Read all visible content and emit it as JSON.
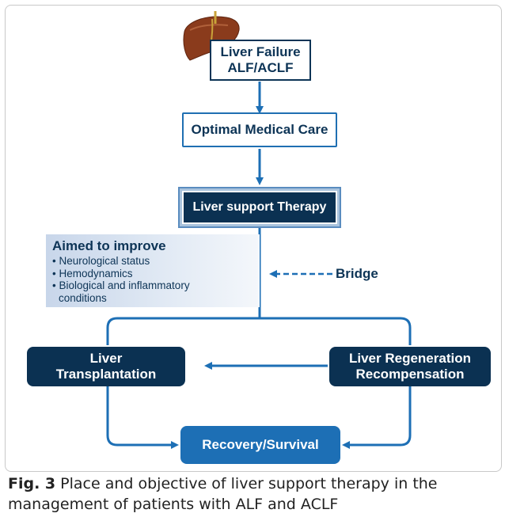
{
  "nodes": {
    "liver_failure": [
      "Liver Failure",
      "ALF/ACLF"
    ],
    "optimal_care": "Optimal Medical Care",
    "support_therapy": "Liver support Therapy",
    "transplantation": [
      "Liver",
      "Transplantation"
    ],
    "regeneration": [
      "Liver Regeneration",
      "Recompensation"
    ],
    "recovery": "Recovery/Survival"
  },
  "aims": {
    "title": "Aimed to improve",
    "items": [
      "Neurological status",
      "Hemodynamics",
      "Biological and inflammatory"
    ],
    "item_continuation": "conditions"
  },
  "bridge_label": "Bridge",
  "caption": {
    "label": "Fig. 3",
    "text": "Place and objective of liver support therapy in the management of patients with ALF and ACLF"
  },
  "colors": {
    "navy": "#0b3152",
    "arrow_blue": "#1d6fb5",
    "recovery_blue": "#1d6fb5",
    "liver_brown": "#8a3b1c"
  },
  "icons": {
    "liver": "liver-organ-icon"
  }
}
